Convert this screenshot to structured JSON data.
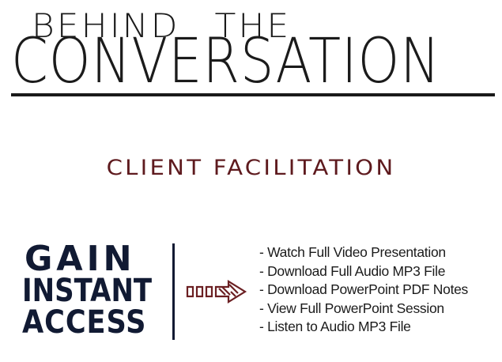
{
  "header": {
    "behind": "BEHIND",
    "the": "THE",
    "conversation": "CONVERSATION"
  },
  "section": {
    "title": "CLIENT FACILITATION"
  },
  "access": {
    "line1": "GAIN",
    "line2": "INSTANT",
    "line3": "ACCESS",
    "arrow_icon": "striped-arrow-icon",
    "items": [
      "- Watch Full Video Presentation",
      "- Download Full Audio MP3 File",
      "- Download PowerPoint PDF Notes",
      "- View Full PowerPoint Session",
      "- Listen to Audio MP3 File"
    ]
  },
  "colors": {
    "header": "#1b1b1b",
    "title_accent": "#5e1a1e",
    "access_navy": "#111a33",
    "arrow": "#6b1f22"
  }
}
